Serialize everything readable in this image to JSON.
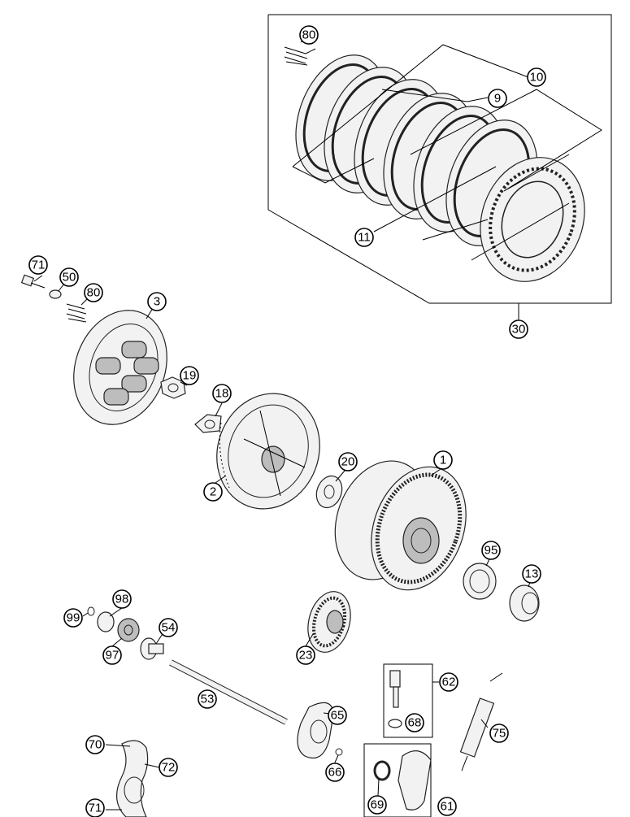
{
  "diagram": {
    "callouts": [
      {
        "id": "80-top",
        "label": "80"
      },
      {
        "id": "10",
        "label": "10"
      },
      {
        "id": "9",
        "label": "9"
      },
      {
        "id": "11",
        "label": "11"
      },
      {
        "id": "30",
        "label": "30"
      },
      {
        "id": "71-top",
        "label": "71"
      },
      {
        "id": "50",
        "label": "50"
      },
      {
        "id": "80-mid",
        "label": "80"
      },
      {
        "id": "3",
        "label": "3"
      },
      {
        "id": "19",
        "label": "19"
      },
      {
        "id": "18",
        "label": "18"
      },
      {
        "id": "2",
        "label": "2"
      },
      {
        "id": "20",
        "label": "20"
      },
      {
        "id": "1",
        "label": "1"
      },
      {
        "id": "95",
        "label": "95"
      },
      {
        "id": "13",
        "label": "13"
      },
      {
        "id": "98",
        "label": "98"
      },
      {
        "id": "99",
        "label": "99"
      },
      {
        "id": "54",
        "label": "54"
      },
      {
        "id": "97",
        "label": "97"
      },
      {
        "id": "23",
        "label": "23"
      },
      {
        "id": "53",
        "label": "53"
      },
      {
        "id": "62",
        "label": "62"
      },
      {
        "id": "68",
        "label": "68"
      },
      {
        "id": "65",
        "label": "65"
      },
      {
        "id": "66",
        "label": "66"
      },
      {
        "id": "75",
        "label": "75"
      },
      {
        "id": "70",
        "label": "70"
      },
      {
        "id": "72",
        "label": "72"
      },
      {
        "id": "71-bottom",
        "label": "71"
      },
      {
        "id": "69",
        "label": "69"
      },
      {
        "id": "61",
        "label": "61"
      }
    ]
  }
}
